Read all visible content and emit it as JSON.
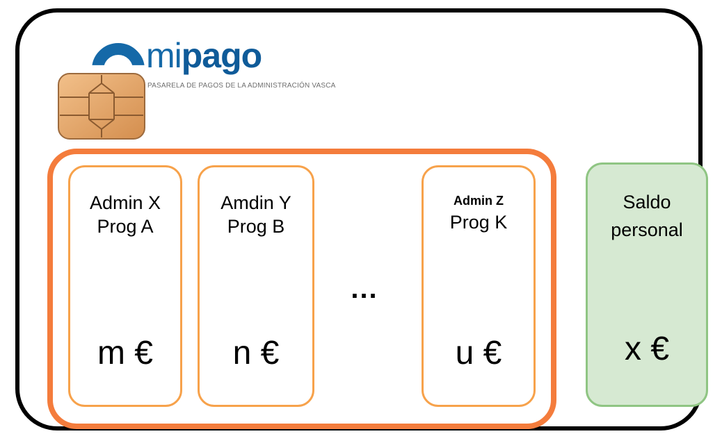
{
  "logo": {
    "mi": "mi",
    "pago": "pago",
    "tagline": "PASARELA DE PAGOS DE LA ADMINISTRACIÓN VASCA"
  },
  "accounts": [
    {
      "line1": "Admin X",
      "line2": "Prog A",
      "amount": "m €"
    },
    {
      "line1": "Amdin Y",
      "line2": "Prog B",
      "amount": "n €"
    },
    {
      "line1": "Admin Z",
      "line2": "Prog K",
      "amount": "u €"
    }
  ],
  "ellipsis": "...",
  "personal_balance": {
    "line1": "Saldo",
    "line2": "personal",
    "amount": "x €"
  },
  "colors": {
    "frame": "#000000",
    "group_border": "#f47c3c",
    "account_border": "#f7a24b",
    "balance_fill": "#d6e9d2",
    "balance_border": "#8fc583",
    "brand_blue": "#1569a8",
    "chip_gold": "#e0a466"
  },
  "icons": {
    "logo_arc": "logo-arc-icon",
    "chip": "smart-card-chip-icon"
  }
}
